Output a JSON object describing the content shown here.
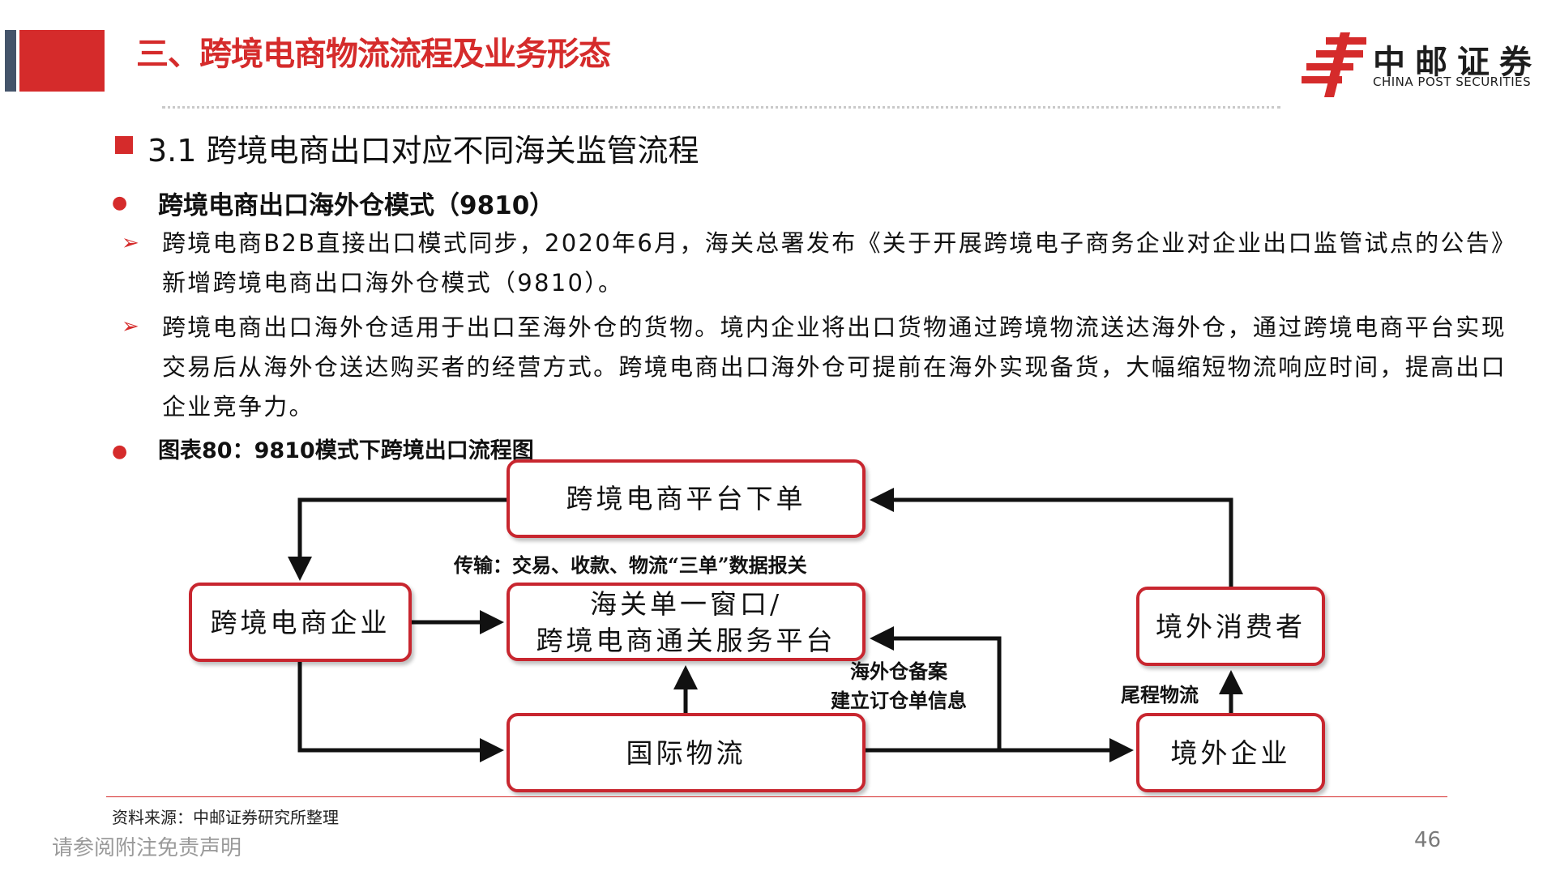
{
  "header": {
    "title": "三、跨境电商物流流程及业务形态",
    "logo": {
      "cn": "中邮证券",
      "en": "CHINA POST SECURITIES"
    },
    "colors": {
      "accent": "#d52b2b",
      "side_bar": "#44546a"
    }
  },
  "section": {
    "title": "3.1 跨境电商出口对应不同海关监管流程"
  },
  "bullets": {
    "mode_title": "跨境电商出口海外仓模式（9810）",
    "points": [
      "跨境电商B2B直接出口模式同步，2020年6月，海关总署发布《关于开展跨境电子商务企业对企业出口监管试点的公告》新增跨境电商出口海外仓模式（9810）。",
      "跨境电商出口海外仓适用于出口至海外仓的货物。境内企业将出口货物通过跨境物流送达海外仓，通过跨境电商平台实现交易后从海外仓送达购买者的经营方式。跨境电商出口海外仓可提前在海外实现备货，大幅缩短物流响应时间，提高出口企业竞争力。"
    ],
    "figure_title": "图表80：9810模式下跨境出口流程图"
  },
  "flowchart": {
    "nodes": {
      "platform": "跨境电商平台下单",
      "enterprise": "跨境电商企业",
      "customs_line1": "海关单一窗口/",
      "customs_line2": "跨境电商通关服务平台",
      "consumer": "境外消费者",
      "logistics": "国际物流",
      "overseas": "境外企业"
    },
    "labels": {
      "transmit": "传输：交易、收款、物流“三单”数据报关",
      "filing_line1": "海外仓备案",
      "filing_line2": "建立订仓单信息",
      "tail": "尾程物流"
    }
  },
  "footer": {
    "source": "资料来源：中邮证券研究所整理",
    "disclaimer": "请参阅附注免责声明",
    "page": "46"
  }
}
